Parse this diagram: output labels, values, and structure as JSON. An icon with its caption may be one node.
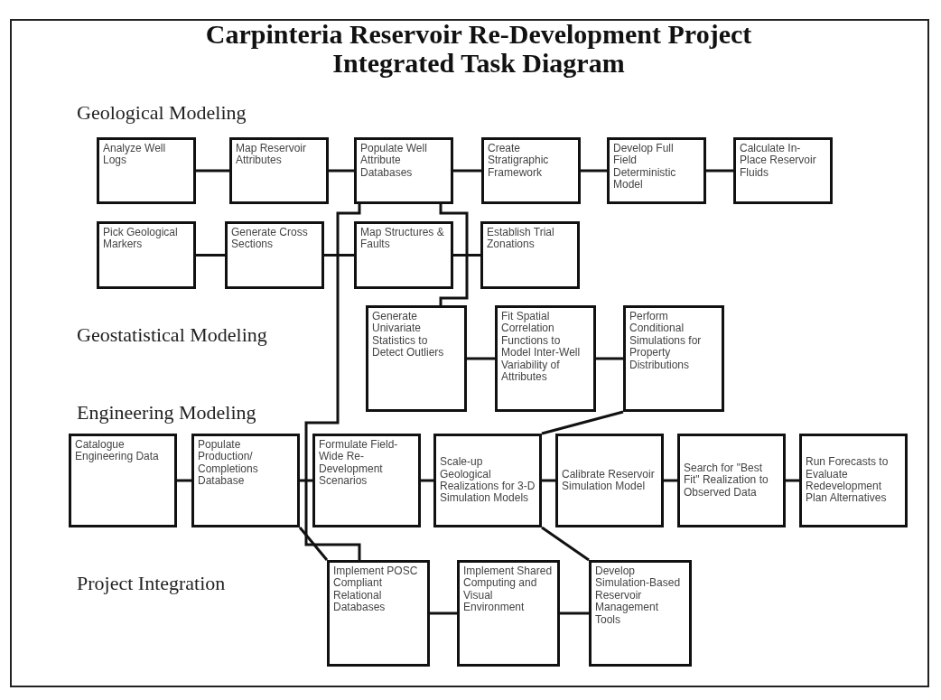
{
  "diagram": {
    "title": "Carpinteria Reservoir Re-Development Project Integrated Task Diagram",
    "nodes": [
      {
        "text": [
          "Analyze Well Logs"
        ]
      },
      {
        "text": [
          "Map Reservoir Attributes"
        ]
      },
      {
        "text": [
          "Populate Well Attribute Databases"
        ]
      },
      {
        "text": [
          "Create Stratigraphic Framework"
        ]
      },
      {
        "text": [
          "Develop Full Field Deterministic Model"
        ]
      },
      {
        "text": [
          "Calculate In-Place Reservoir Fluids"
        ]
      },
      {
        "text": [
          "Pick Geological Markers"
        ]
      },
      {
        "text": [
          "Generate Cross Sections"
        ]
      },
      {
        "text": [
          "Map Structures & Faults"
        ]
      },
      {
        "text": [
          "Establish Trial Zonations"
        ]
      },
      {
        "text": [
          "Generate Univariate Statistics to Detect Outliers"
        ]
      },
      {
        "text": [
          "Fit Spatial Correlation Functions to Model Inter-Well Variability of Attributes"
        ]
      },
      {
        "text": [
          "Perform Conditional Simulations for Property Distributions"
        ]
      },
      {
        "text": [
          "Catalogue Engineering Data"
        ]
      },
      {
        "text": [
          "Populate Production/ Completions Database"
        ]
      },
      {
        "text": [
          "Formulate Field-Wide Re-Development Scenarios"
        ]
      },
      {
        "text": [
          "Scale-up Geological Realizations for 3-D Simulation Models"
        ]
      },
      {
        "text": [
          "Calibrate Reservoir Simulation Model"
        ]
      },
      {
        "text": [
          "Search for \"Best Fit\" Realization to Observed Data"
        ]
      },
      {
        "text": [
          "Run Forecasts to Evaluate Redevelopment Plan Alternatives"
        ]
      },
      {
        "text": [
          "Implement POSC Compliant Relational Databases"
        ]
      },
      {
        "text": [
          "Implement Shared Computing and Visual Environment"
        ]
      },
      {
        "text": [
          "Develop Simulation-Based Reservoir Management Tools"
        ]
      }
    ],
    "edges": [
      {
        "from": 0,
        "to": 1,
        "arrow": "none"
      },
      {
        "from": 1,
        "to": 2,
        "arrow": "none"
      },
      {
        "from": 2,
        "to": 3,
        "arrow": "none"
      },
      {
        "from": 3,
        "to": 4,
        "arrow": "none"
      },
      {
        "from": 4,
        "to": 5,
        "arrow": "none"
      },
      {
        "from": 6,
        "to": 7,
        "arrow": "none"
      },
      {
        "from": 7,
        "to": 8,
        "arrow": "none"
      },
      {
        "from": 8,
        "to": 9,
        "arrow": "none"
      },
      {
        "from": 2,
        "to": 10,
        "arrow": "none"
      },
      {
        "from": 2,
        "to": 20,
        "arrow": "none"
      },
      {
        "from": 10,
        "to": 11,
        "arrow": "none"
      },
      {
        "from": 11,
        "to": 12,
        "arrow": "none"
      },
      {
        "from": 12,
        "to": 16,
        "arrow": "none"
      },
      {
        "from": 13,
        "to": 14,
        "arrow": "none"
      },
      {
        "from": 14,
        "to": 15,
        "arrow": "none"
      },
      {
        "from": 15,
        "to": 16,
        "arrow": "none"
      },
      {
        "from": 16,
        "to": 17,
        "arrow": "none"
      },
      {
        "from": 17,
        "to": 18,
        "arrow": "none"
      },
      {
        "from": 18,
        "to": 19,
        "arrow": "none"
      },
      {
        "from": 14,
        "to": 20,
        "arrow": "none"
      },
      {
        "from": 16,
        "to": 22,
        "arrow": "none"
      },
      {
        "from": 20,
        "to": 21,
        "arrow": "none"
      },
      {
        "from": 21,
        "to": 22,
        "arrow": "none"
      }
    ],
    "labels": [
      "Geological Modeling",
      "Geostatistical Modeling",
      "Engineering Modeling",
      "Project Integration"
    ]
  }
}
